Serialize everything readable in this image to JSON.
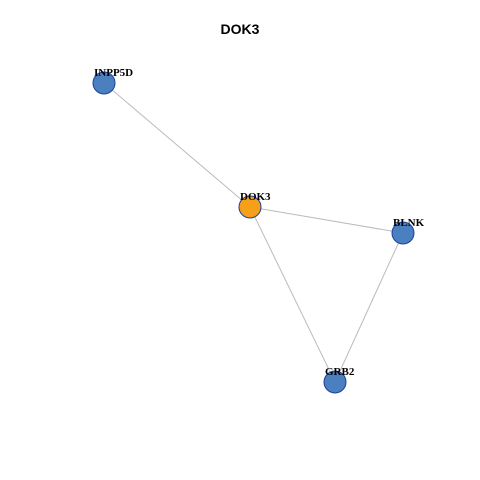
{
  "title": "DOK3",
  "nodes": [
    {
      "id": "INPP5D",
      "label": "INPP5D",
      "color": "#4a7fc0",
      "highlight": false
    },
    {
      "id": "DOK3",
      "label": "DOK3",
      "color": "#f5a018",
      "highlight": true
    },
    {
      "id": "BLNK",
      "label": "BLNK",
      "color": "#4a7fc0",
      "highlight": false
    },
    {
      "id": "GRB2",
      "label": "GRB2",
      "color": "#4a7fc0",
      "highlight": false
    }
  ],
  "edges": [
    {
      "source": "INPP5D",
      "target": "DOK3"
    },
    {
      "source": "DOK3",
      "target": "BLNK"
    },
    {
      "source": "DOK3",
      "target": "GRB2"
    },
    {
      "source": "BLNK",
      "target": "GRB2"
    }
  ],
  "colors": {
    "edge": "#bbbbbb",
    "node_border": "#1f3f9a"
  }
}
